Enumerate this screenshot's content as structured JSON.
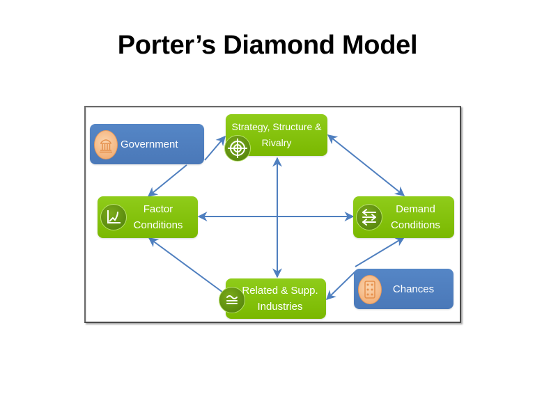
{
  "slide": {
    "title": "Porter’s Diamond Model"
  },
  "colors": {
    "green_box": "#7ab800",
    "blue_box": "#4a78b8",
    "arrow": "#4f7fbf",
    "icon_orange": "#f4b584"
  },
  "nodes": {
    "government": {
      "label": "Government",
      "icon": "government-building-icon"
    },
    "strategy": {
      "label_line1": "Strategy, Structure &",
      "label_line2": "Rivalry",
      "icon": "target-crosshair-icon"
    },
    "factor": {
      "label_line1": "Factor",
      "label_line2": "Conditions",
      "icon": "growth-chart-icon"
    },
    "demand": {
      "label_line1": "Demand",
      "label_line2": "Conditions",
      "icon": "exchange-arrows-icon"
    },
    "related": {
      "label_line1": "Related & Supp.",
      "label_line2": "Industries",
      "icon": "approx-equal-icon"
    },
    "chances": {
      "label": "Chances",
      "icon": "dice-icon"
    }
  },
  "edges": [
    {
      "from": "government",
      "to": "strategy",
      "direction": "forward"
    },
    {
      "from": "government",
      "to": "factor",
      "direction": "forward"
    },
    {
      "from": "strategy",
      "to": "demand",
      "direction": "both"
    },
    {
      "from": "related",
      "to": "strategy",
      "direction": "both"
    },
    {
      "from": "factor",
      "to": "demand",
      "direction": "both"
    },
    {
      "from": "related",
      "to": "factor",
      "direction": "forward"
    },
    {
      "from": "chances",
      "to": "demand",
      "direction": "forward"
    },
    {
      "from": "chances",
      "to": "related",
      "direction": "forward"
    }
  ]
}
